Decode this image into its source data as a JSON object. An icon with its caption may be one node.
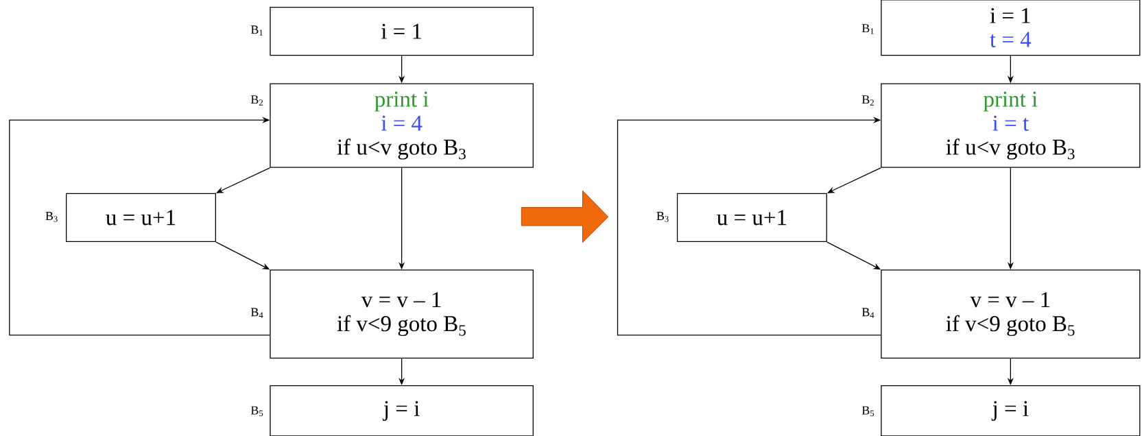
{
  "diagram": {
    "nodes": [
      {
        "text": [
          "i = 1"
        ],
        "beside": [
          "B$_{1}$"
        ]
      },
      {
        "text": [
          "print i",
          "i = 4",
          "if u<v goto B$_{3}$"
        ],
        "beside": [
          "B$_{2}$"
        ]
      },
      {
        "text": [
          "u = u+1"
        ],
        "beside": [
          "B$_{3}$"
        ]
      },
      {
        "text": [
          "v = v – 1",
          "if v<9 goto B$_{5}$"
        ],
        "beside": [
          "B$_{4}$"
        ]
      },
      {
        "text": [
          "j = i"
        ],
        "beside": [
          "B$_{5}$"
        ]
      },
      {
        "text": [
          "i = 1",
          "t = 4"
        ],
        "beside": [
          "B$_{1}$"
        ]
      },
      {
        "text": [
          "print i",
          "i = t",
          "if u<v goto B$_{3}$"
        ],
        "beside": [
          "B$_{2}$"
        ]
      },
      {
        "text": [
          "u = u+1"
        ],
        "beside": [
          "B$_{3}$"
        ]
      },
      {
        "text": [
          "v = v – 1",
          "if v<9 goto B$_{5}$"
        ],
        "beside": [
          "B$_{4}$"
        ]
      },
      {
        "text": [
          "j = i"
        ],
        "beside": [
          "B$_{5}$"
        ]
      }
    ],
    "edges": [
      {
        "from": 0,
        "to": 1,
        "arrow": "to"
      },
      {
        "from": 1,
        "to": 2,
        "arrow": "to"
      },
      {
        "from": 1,
        "to": 3,
        "arrow": "to"
      },
      {
        "from": 2,
        "to": 3,
        "arrow": "to"
      },
      {
        "from": 3,
        "to": 1,
        "arrow": "to"
      },
      {
        "from": 3,
        "to": 4,
        "arrow": "to"
      },
      {
        "from": 5,
        "to": 6,
        "arrow": "to"
      },
      {
        "from": 6,
        "to": 7,
        "arrow": "to"
      },
      {
        "from": 6,
        "to": 8,
        "arrow": "to"
      },
      {
        "from": 7,
        "to": 8,
        "arrow": "to"
      },
      {
        "from": 8,
        "to": 6,
        "arrow": "to"
      },
      {
        "from": 8,
        "to": 9,
        "arrow": "to"
      }
    ]
  }
}
